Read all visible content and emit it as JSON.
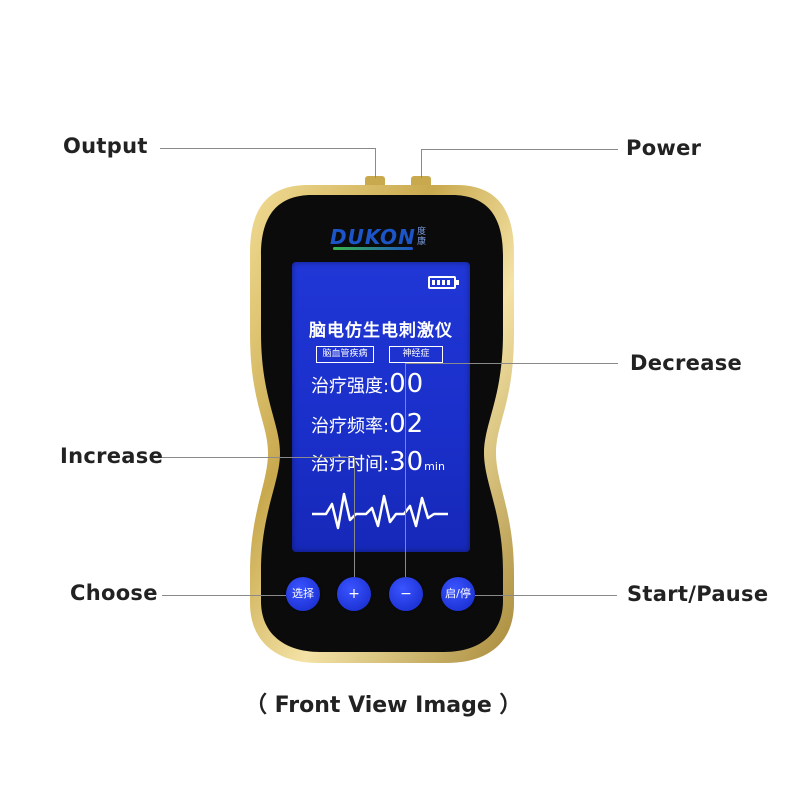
{
  "labels": {
    "output": "Output",
    "power": "Power",
    "decrease": "Decrease",
    "increase": "Increase",
    "choose": "Choose",
    "start_pause": "Start/Pause"
  },
  "device": {
    "brand": "DUKON",
    "brand_cn": "度康",
    "screen_title": "脑电仿生电刺激仪",
    "tags": [
      "脑血管疾病",
      "神经症"
    ],
    "rows": [
      {
        "key": "治疗强度:",
        "value": "00",
        "unit": ""
      },
      {
        "key": "治疗频率:",
        "value": "02",
        "unit": ""
      },
      {
        "key": "治疗时间:",
        "value": "30",
        "unit": "min"
      }
    ],
    "buttons": [
      "选择",
      "+",
      "−",
      "启/停"
    ]
  },
  "caption": "（  Front View Image  ）",
  "colors": {
    "screen": "#1a2fc9",
    "frame_gold": "#d9bf6a",
    "body": "#0a0a0a",
    "button": "#2a44f0"
  }
}
